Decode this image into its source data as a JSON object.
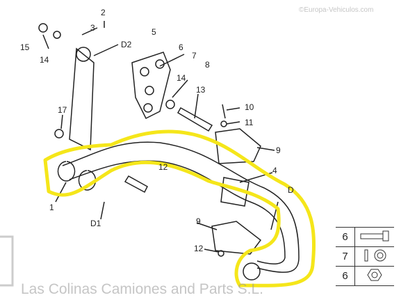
{
  "diagram": {
    "callouts": [
      "2",
      "3",
      "15",
      "14",
      "D2",
      "5",
      "6",
      "7",
      "8",
      "14",
      "13",
      "17",
      "10",
      "11",
      "9",
      "4",
      "D",
      "1",
      "D1",
      "9",
      "12",
      "12"
    ],
    "watermark": "Las Colinas Camiones and Parts S.L.",
    "watermark_sub": "©Europa-Vehiculos.com",
    "highlight_color": "#f5e61a"
  },
  "hardware_table": [
    {
      "qty": "6",
      "icon": "bolt-icon"
    },
    {
      "qty": "7",
      "icon": "washer-icon"
    },
    {
      "qty": "6",
      "icon": "nut-icon"
    }
  ]
}
